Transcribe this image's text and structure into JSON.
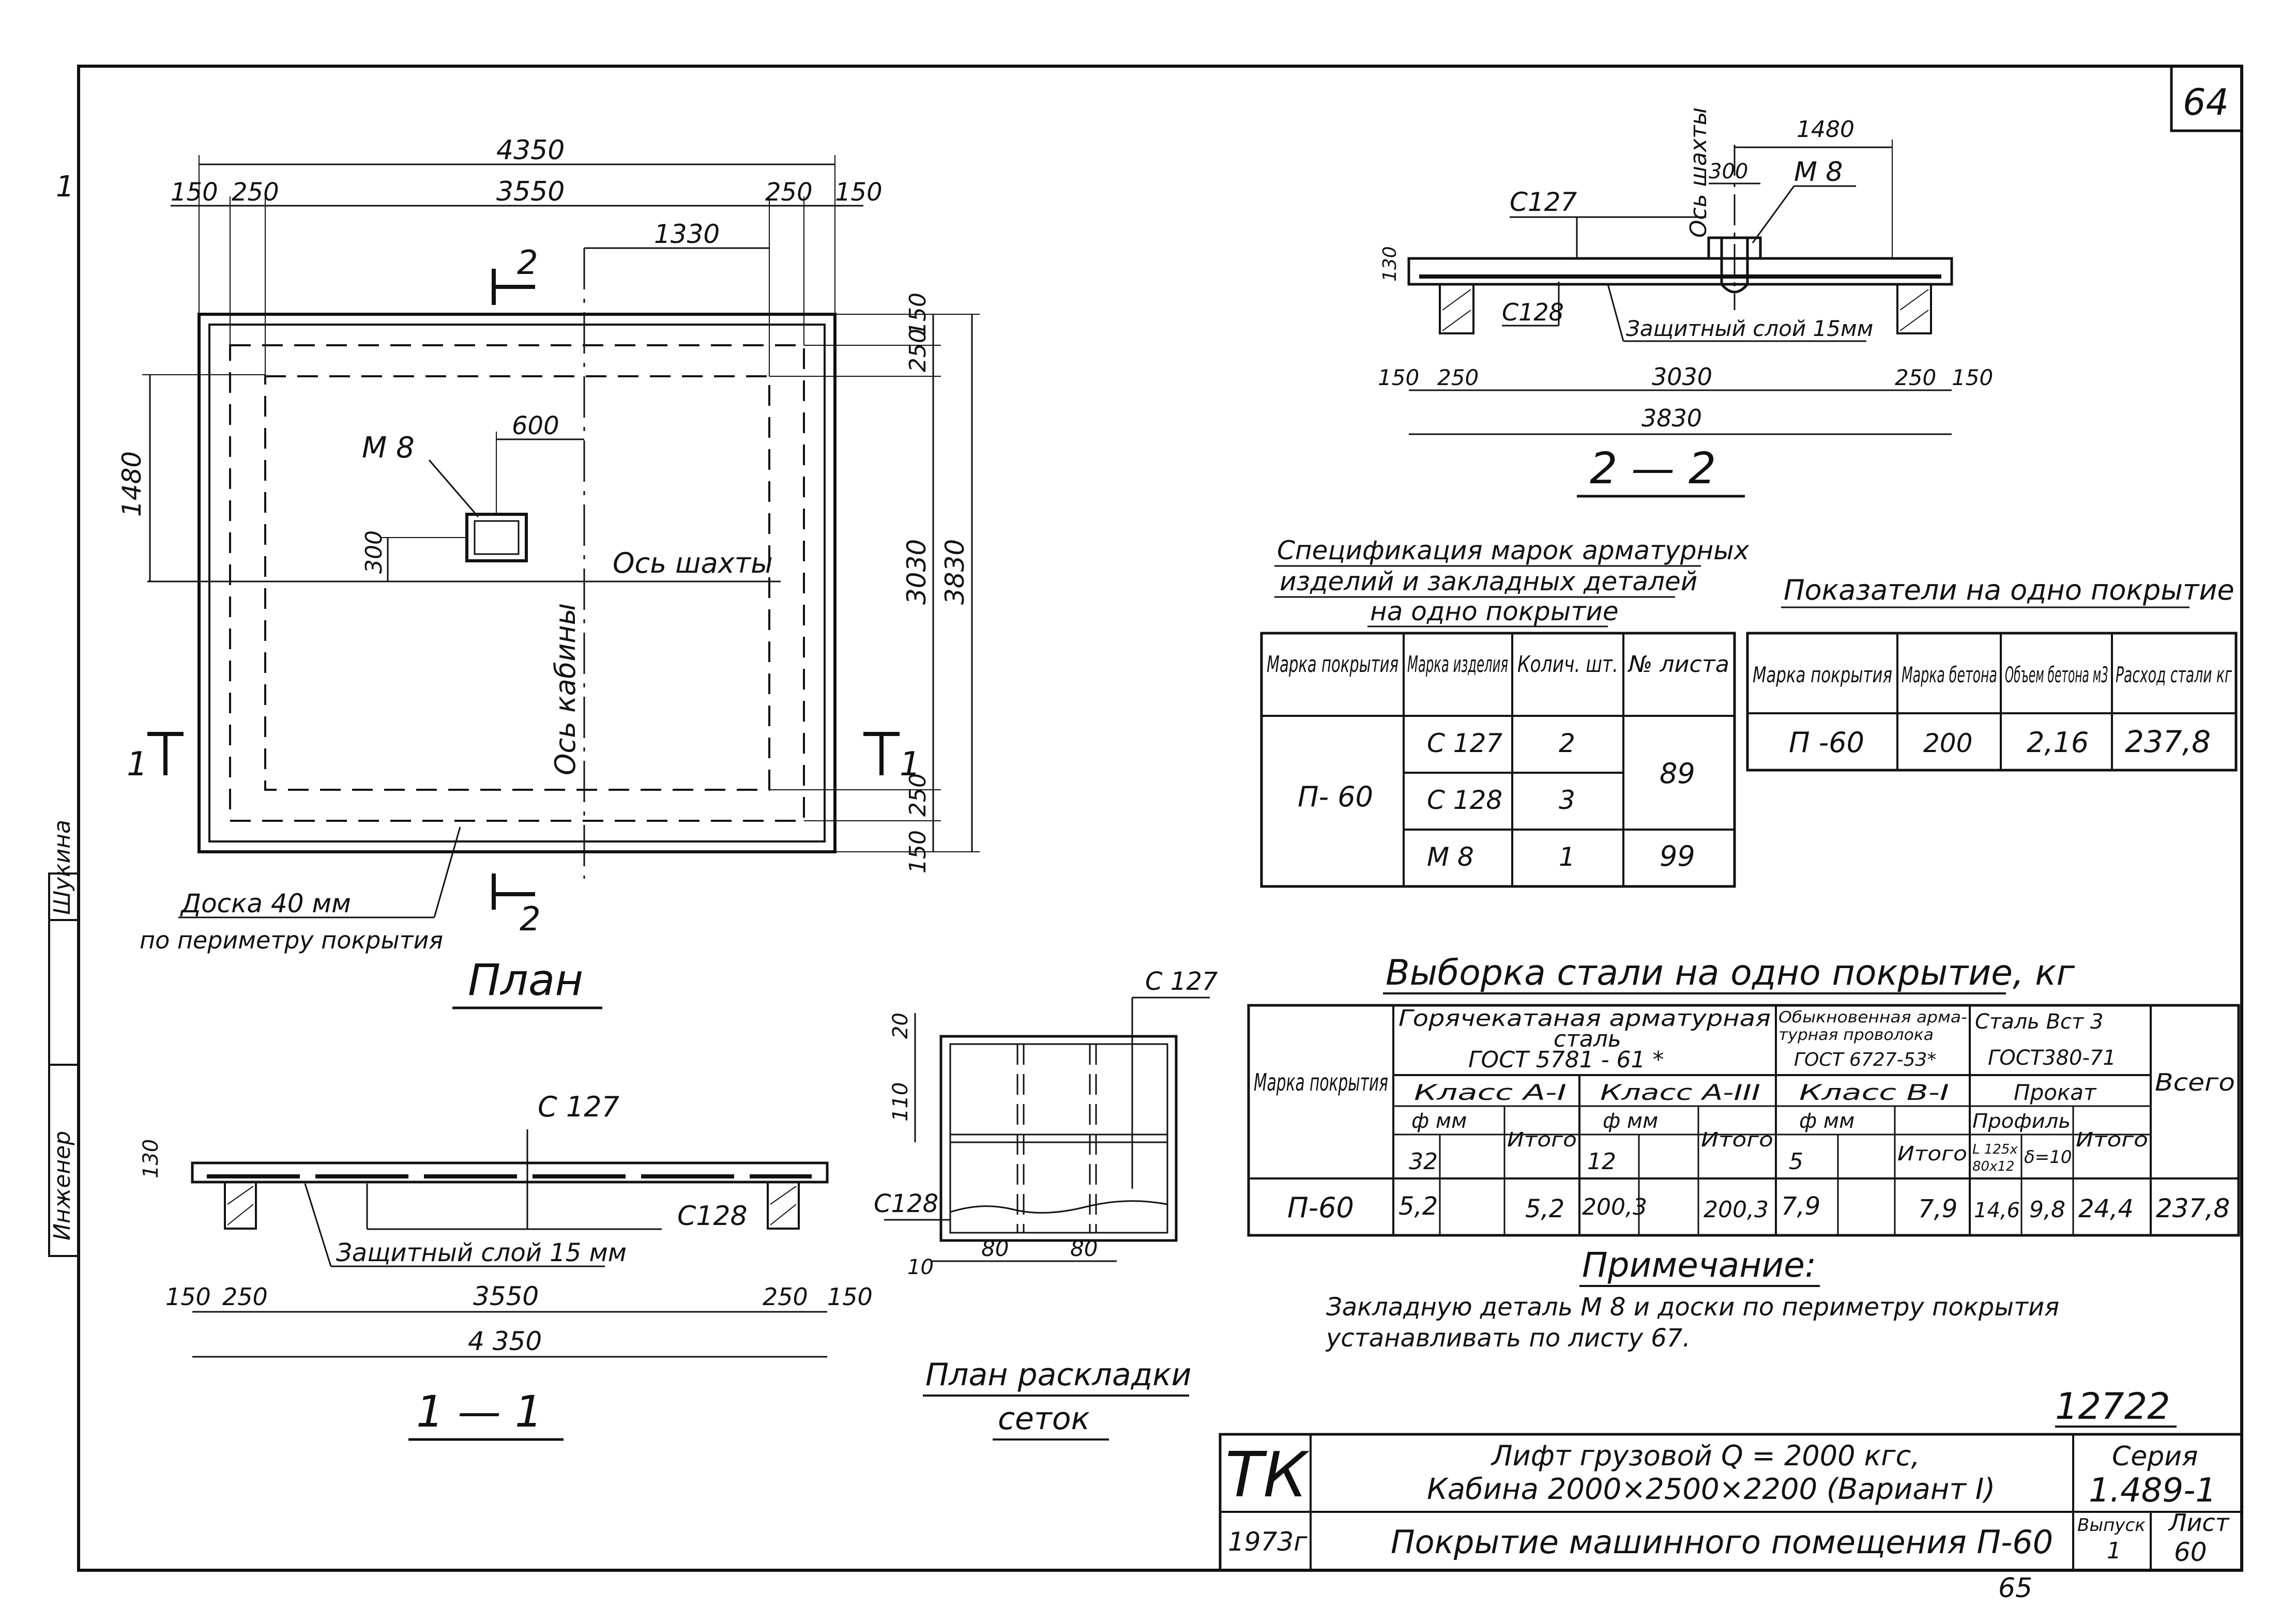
{
  "sheet_number_top": "64",
  "sheet_number_bottom": "65",
  "archive_number": "12722",
  "plan": {
    "title": "План",
    "overall_width": "4350",
    "seg_left_outer": "150",
    "seg_left_inner": "250",
    "seg_center": "3550",
    "seg_right_inner": "250",
    "seg_right_outer": "150",
    "dim_1330": "1330",
    "dim_600": "600",
    "dim_1480": "1480",
    "dim_300": "300",
    "right_top_150": "150",
    "right_top_250": "250",
    "right_3030": "3030",
    "right_3830": "3830",
    "right_bottom_250": "250",
    "right_bottom_150": "150",
    "embed_label": "М 8",
    "shaft_axis_label": "Ось шахты",
    "cabin_axis_label": "Ось кабины",
    "section_mark_1": "1",
    "section_mark_2": "2",
    "board_note_line1": "Доска 40 мм",
    "board_note_line2": "по периметру покрытия"
  },
  "section22": {
    "title": "2 — 2",
    "dim_1480": "1480",
    "dim_300": "300",
    "embed_label": "М 8",
    "shaft_axis_label": "Ось шахты",
    "c127_label": "С127",
    "c128_label": "С128",
    "protective_layer": "Защитный слой 15мм",
    "height_130": "130",
    "dim_150_left": "150",
    "dim_250_left": "250",
    "dim_3030": "3030",
    "dim_250_right": "250",
    "dim_150_right": "150",
    "dim_3830": "3830"
  },
  "section11": {
    "title": "1 — 1",
    "c127_label": "С 127",
    "c128_label": "С128",
    "height_130": "130",
    "protective_layer": "Защитный слой 15 мм",
    "dim_150_left": "150",
    "dim_250_left": "250",
    "dim_3550": "3550",
    "dim_250_right": "250",
    "dim_150_right": "150",
    "dim_4350": "4 350"
  },
  "mesh_layout": {
    "title_line1": "План раскладки",
    "title_line2": "сеток",
    "c127_label": "С 127",
    "c128_label": "С128",
    "dim_20": "20",
    "dim_110": "110",
    "dim_10": "10",
    "dim_80a": "80",
    "dim_80b": "80"
  },
  "spec_table": {
    "title_line1": "Спецификация марок арматурных",
    "title_line2": "изделий и закладных деталей",
    "title_line3": "на одно покрытие",
    "h_mark_cover": "Марка покрытия",
    "h_mark_item": "Марка изделия",
    "h_qty": "Колич. шт.",
    "h_sheet_no": "№ листа",
    "cover_mark": "П- 60",
    "rows": [
      {
        "item": "С 127",
        "qty": "2"
      },
      {
        "item": "С 128",
        "qty": "3"
      },
      {
        "item": "М 8",
        "qty": "1"
      }
    ],
    "sheet_a": "89",
    "sheet_b": "99"
  },
  "indicators_table": {
    "title": "Показатели на одно покрытие",
    "h_mark_cover": "Марка покрытия",
    "h_concrete_grade": "Марка бетона",
    "h_concrete_volume": "Объем бетона м3",
    "h_steel": "Расход стали кг",
    "mark": "П -60",
    "grade": "200",
    "volume": "2,16",
    "steel": "237,8"
  },
  "steel_table": {
    "title": "Выборка стали на одно покрытие, кг",
    "h_mark_cover": "Марка покрытия",
    "h_hot_rolled_l1": "Горячекатаная арматурная",
    "h_hot_rolled_l2": "сталь",
    "h_hot_rolled_l3": "ГОСТ 5781 - 61 *",
    "h_wire_l1": "Обыкновенная арма-",
    "h_wire_l2": "турная проволока",
    "h_wire_l3": "ГОСТ 6727-53*",
    "h_steel_l1": "Сталь Вст 3",
    "h_steel_l2": "ГОСТ380-71",
    "h_total": "Всего",
    "h_class_a1": "Класс А-I",
    "h_class_a3": "Класс А-III",
    "h_class_b1": "Класс В-I",
    "h_rolled": "Прокат",
    "h_phi1": "ф мм",
    "h_phi2": "ф мм",
    "h_phi3": "ф мм",
    "h_profile": "Профиль",
    "h_itogo1": "Итого",
    "h_itogo2": "Итого",
    "h_itogo3": "Итого",
    "h_itogo4": "Итого",
    "d32": "32",
    "d12": "12",
    "d5": "5",
    "prof1_l1": "L 125x",
    "prof1_l2": "80x12",
    "prof2": "δ=10",
    "row": {
      "mark": "П-60",
      "a1_32": "5,2",
      "a1_total": "5,2",
      "a3_12": "200,3",
      "a3_total": "200,3",
      "b1_5": "7,9",
      "b1_total": "7,9",
      "prof1": "14,6",
      "prof2": "9,8",
      "rolled_total": "24,4",
      "total": "237,8"
    }
  },
  "note": {
    "title": "Примечание:",
    "line1": "Закладную деталь М 8 и доски по периметру покрытия",
    "line2": "устанавливать по листу 67."
  },
  "title_block": {
    "org": "ТК",
    "year": "1973г",
    "project_line1": "Лифт грузовой Q = 2000 кгс,",
    "project_line2": "Кабина 2000×2500×2200 (Вариант I)",
    "drawing_name": "Покрытие машинного помещения П-60",
    "series_label": "Серия",
    "series_value": "1.489-1",
    "issue_label": "Выпуск",
    "issue_value": "1",
    "sheet_label": "Лист",
    "sheet_value": "60"
  },
  "side_stamp": {
    "engineer": "Инженер",
    "name_shukina": "Шукина",
    "margin_mark": "1"
  }
}
